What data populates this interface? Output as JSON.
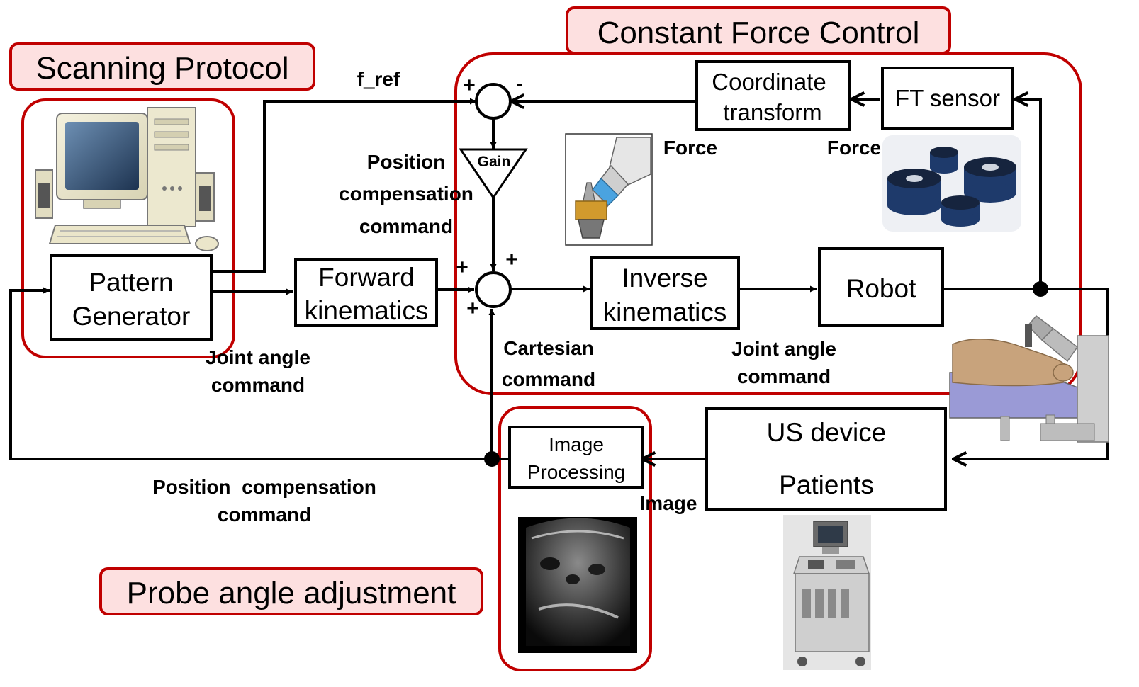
{
  "colors": {
    "group_border": "#c00000",
    "title_fill": "#fde0e0",
    "line": "#000000"
  },
  "titles": {
    "scanning_protocol": "Scanning Protocol",
    "constant_force_control": "Constant Force Control",
    "probe_angle_adjustment": "Probe angle adjustment"
  },
  "blocks": {
    "pattern_generator": [
      "Pattern",
      "Generator"
    ],
    "forward_kinematics": [
      "Forward",
      "kinematics"
    ],
    "inverse_kinematics": [
      "Inverse",
      "kinematics"
    ],
    "robot": "Robot",
    "coordinate_transform": [
      "Coordinate",
      "transform"
    ],
    "ft_sensor": "FT sensor",
    "us_device": [
      "US device",
      "Patients"
    ],
    "image_processing": [
      "Image",
      "Processing"
    ],
    "gain": "Gain"
  },
  "labels": {
    "f_ref": "f_ref",
    "force_left": "Force",
    "force_right": "Force",
    "position_comp_upper": [
      "Position",
      "compensation",
      "command"
    ],
    "joint_angle_left": [
      "Joint angle",
      "command"
    ],
    "cartesian": [
      "Cartesian",
      "command"
    ],
    "joint_angle_right": [
      "Joint angle",
      "command"
    ],
    "position_comp_lower": [
      "Position  compensation",
      "command"
    ],
    "image": "Image"
  },
  "signs": {
    "top_plus": "+",
    "top_minus": "-",
    "mid_plus_left": "+",
    "mid_plus_top": "+",
    "mid_plus_bottom": "+"
  },
  "icons": {
    "computer": "computer-icon",
    "probe": "ultrasound-probe-icon",
    "ft_sensors": "force-torque-sensor-icon",
    "robot_patient": "robot-patient-icon",
    "ultrasound_image": "ultrasound-image-icon",
    "us_machine": "ultrasound-machine-icon"
  }
}
